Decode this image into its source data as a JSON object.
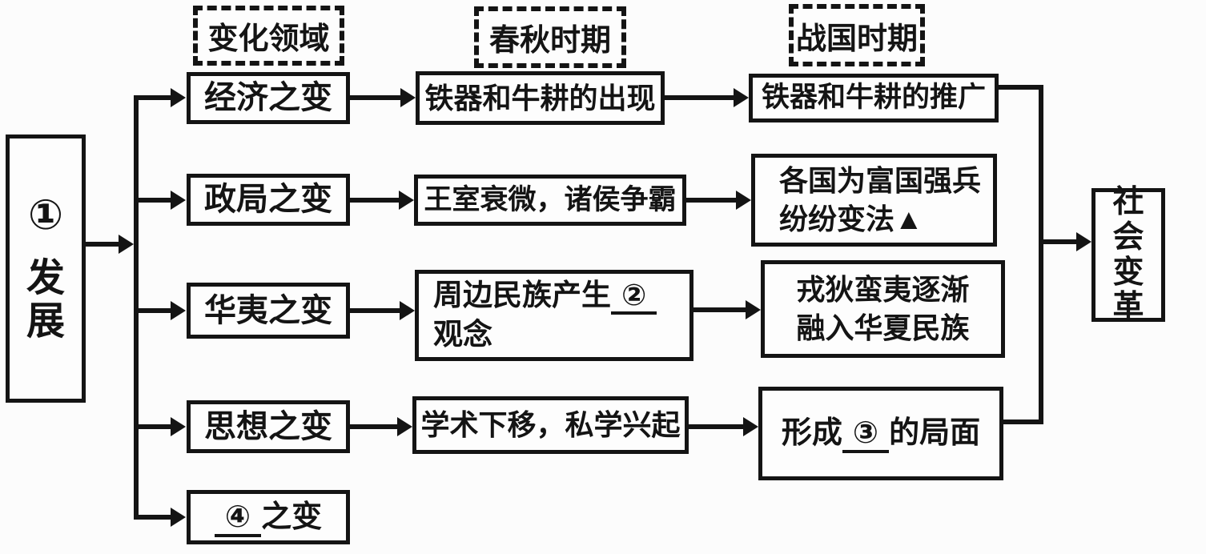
{
  "palette": {
    "ink": "#141414",
    "paper": "#fcfcfc"
  },
  "column_headers": [
    {
      "label": "变化领域"
    },
    {
      "label": "春秋时期"
    },
    {
      "label": "战国时期"
    }
  ],
  "source_node": {
    "marker": "①",
    "label": "发展"
  },
  "sink_node": {
    "label": "社会变革"
  },
  "rows": [
    {
      "id": "economy",
      "domain": {
        "lines": [
          [
            {
              "t": "经济之变"
            }
          ]
        ]
      },
      "spring": {
        "lines": [
          [
            {
              "t": "铁器和牛耕的出现"
            }
          ]
        ]
      },
      "warring": {
        "lines": [
          [
            {
              "t": "铁器和牛耕的推广"
            }
          ]
        ]
      }
    },
    {
      "id": "politics",
      "domain": {
        "lines": [
          [
            {
              "t": "政局之变"
            }
          ]
        ]
      },
      "spring": {
        "lines": [
          [
            {
              "t": "王室衰微，诸侯争霸"
            }
          ]
        ]
      },
      "warring": {
        "lines": [
          [
            {
              "t": "各国为富国强兵"
            }
          ],
          [
            {
              "t": "纷纷变法▲"
            }
          ]
        ]
      }
    },
    {
      "id": "hua-yi",
      "domain": {
        "lines": [
          [
            {
              "t": "华夷之变"
            }
          ]
        ]
      },
      "spring": {
        "lines": [
          [
            {
              "t": "周边民族产生"
            },
            {
              "blank": "②"
            }
          ],
          [
            {
              "t": "观念"
            }
          ]
        ]
      },
      "warring": {
        "lines": [
          [
            {
              "t": "戎狄蛮夷逐渐"
            }
          ],
          [
            {
              "t": "融入华夏民族"
            }
          ]
        ]
      }
    },
    {
      "id": "thought",
      "domain": {
        "lines": [
          [
            {
              "t": "思想之变"
            }
          ]
        ]
      },
      "spring": {
        "lines": [
          [
            {
              "t": "学术下移，私学兴起"
            }
          ]
        ]
      },
      "warring": {
        "lines": [
          [
            {
              "t": "形成"
            },
            {
              "blank": "③"
            },
            {
              "t": "的局面"
            }
          ]
        ]
      }
    },
    {
      "id": "blank-four",
      "domain": {
        "lines": [
          [
            {
              "blank": "④"
            },
            {
              "t": "之变"
            }
          ]
        ]
      }
    }
  ]
}
